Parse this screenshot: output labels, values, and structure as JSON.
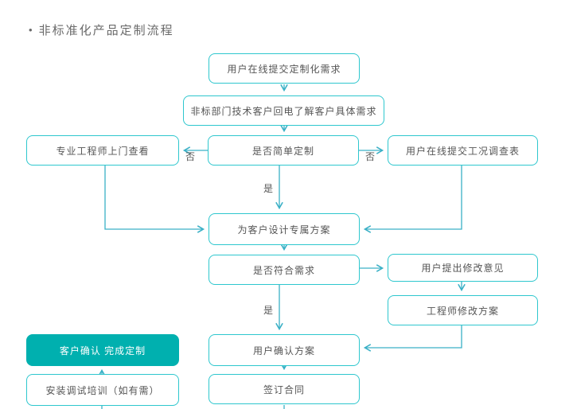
{
  "title": {
    "bullet": "•",
    "text": "非标准化产品定制流程"
  },
  "colors": {
    "box_border": "#2ec7ce",
    "connector": "#3ab0c6",
    "highlight_box_bg": "#00b0af",
    "highlight_box_text": "#ffffff",
    "box_text": "#555555",
    "title_text": "#6a6a6a"
  },
  "flowchart": {
    "nodes": {
      "submit_requirement": {
        "label": "用户在线提交定制化需求"
      },
      "callback": {
        "label": "非标部门技术客户回电了解客户具体需求"
      },
      "engineer_visit": {
        "label": "专业工程师上门查看"
      },
      "is_simple_custom": {
        "label": "是否简单定制"
      },
      "submit_survey": {
        "label": "用户在线提交工况调查表"
      },
      "design_plan": {
        "label": "为客户设计专属方案"
      },
      "meets_requirement": {
        "label": "是否符合需求"
      },
      "user_feedback": {
        "label": "用户提出修改意见"
      },
      "engineer_modify": {
        "label": "工程师修改方案"
      },
      "user_confirm": {
        "label": "用户确认方案"
      },
      "sign_contract": {
        "label": "签订合同"
      },
      "custom_complete": {
        "label": "客户确认 完成定制"
      },
      "install_training": {
        "label": "安装调试培训（如有需）"
      }
    },
    "edge_labels": {
      "no_left": "否",
      "no_right": "否",
      "yes_to_design": "是",
      "yes_to_confirm": "是"
    }
  }
}
